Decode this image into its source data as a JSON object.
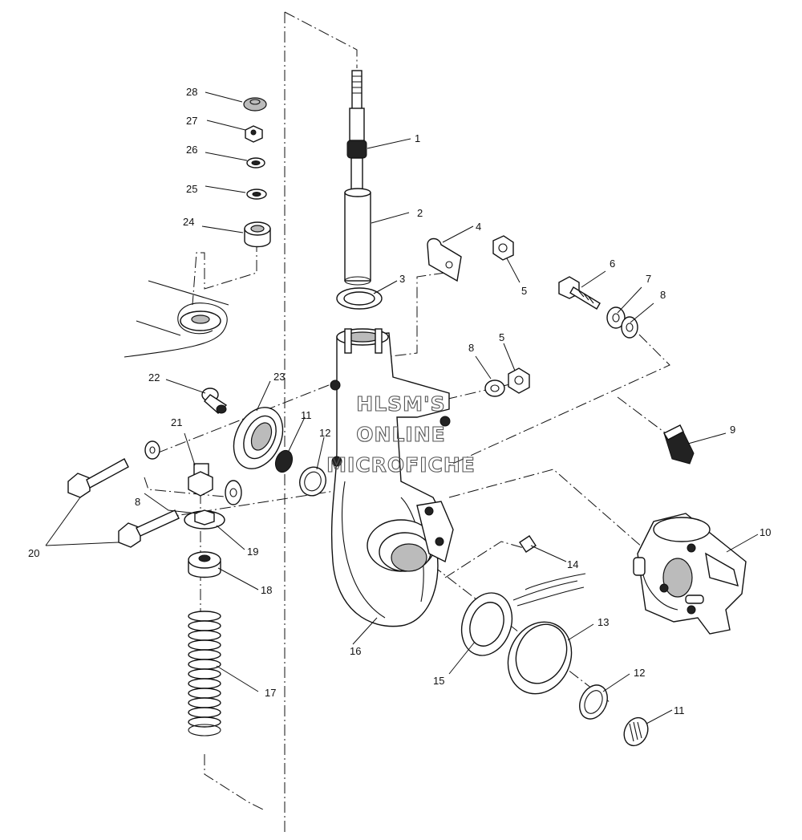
{
  "watermark": {
    "line1": "HLSM'S",
    "line2": "ONLINE",
    "line3": "MICROFICHE"
  },
  "callouts": {
    "c1": "1",
    "c2": "2",
    "c3": "3",
    "c4": "4",
    "c5a": "5",
    "c5b": "5",
    "c6": "6",
    "c7": "7",
    "c8a": "8",
    "c8b": "8",
    "c8c": "8",
    "c9": "9",
    "c10": "10",
    "c11a": "11",
    "c11b": "11",
    "c12a": "12",
    "c12b": "12",
    "c13": "13",
    "c14": "14",
    "c15": "15",
    "c16": "16",
    "c17": "17",
    "c18": "18",
    "c19": "19",
    "c20": "20",
    "c21": "21",
    "c22": "22",
    "c23": "23",
    "c24": "24",
    "c25": "25",
    "c26": "26",
    "c27": "27",
    "c28": "28"
  }
}
